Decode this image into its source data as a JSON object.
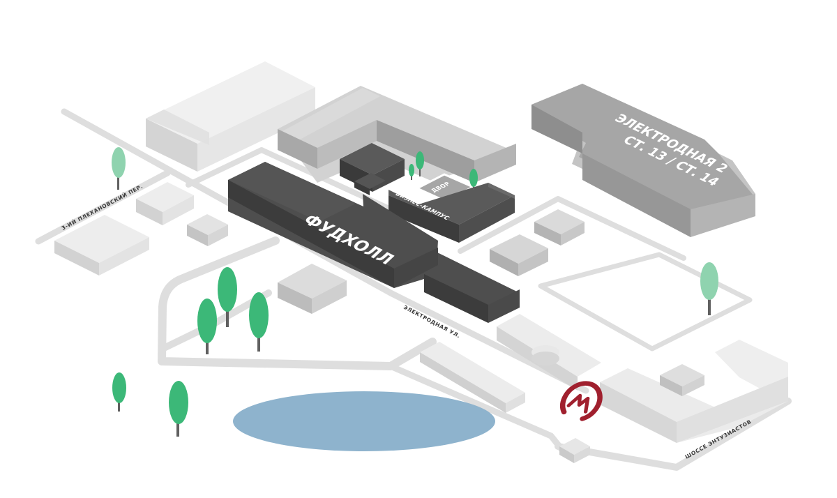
{
  "buildings": {
    "foodhall": {
      "label": "ФУДХОЛЛ"
    },
    "business_campus": {
      "label": "БИЗНЕС-КАМПУС"
    },
    "courtyard": {
      "label": "ДВОР"
    },
    "electrodnaya_2": {
      "label_line1": "ЭЛЕКТРОДНАЯ 2",
      "label_line2": "СТ. 13 / СТ. 14"
    }
  },
  "streets": {
    "plekhanovsky_lane": "3-ИЙ ПЛЕХАНОВСКИЙ ПЕР.",
    "electrodnaya_st": "ЭЛЕКТРОДНАЯ УЛ.",
    "entuziastov_hwy": "ШОССЕ ЭНТУЗИАСТОВ"
  },
  "colors": {
    "road": "#dedede",
    "building_light": "#e3e3e3",
    "building_mid": "#bdbdbd",
    "building_dark": "#4a4a4a",
    "pond": "#8eb3cd",
    "tree_green": "#3cb878",
    "tree_light": "#8fd3af",
    "metro": "#a0202e"
  },
  "icons": {
    "metro": "metro-logo-icon",
    "tree": "tree-icon"
  }
}
